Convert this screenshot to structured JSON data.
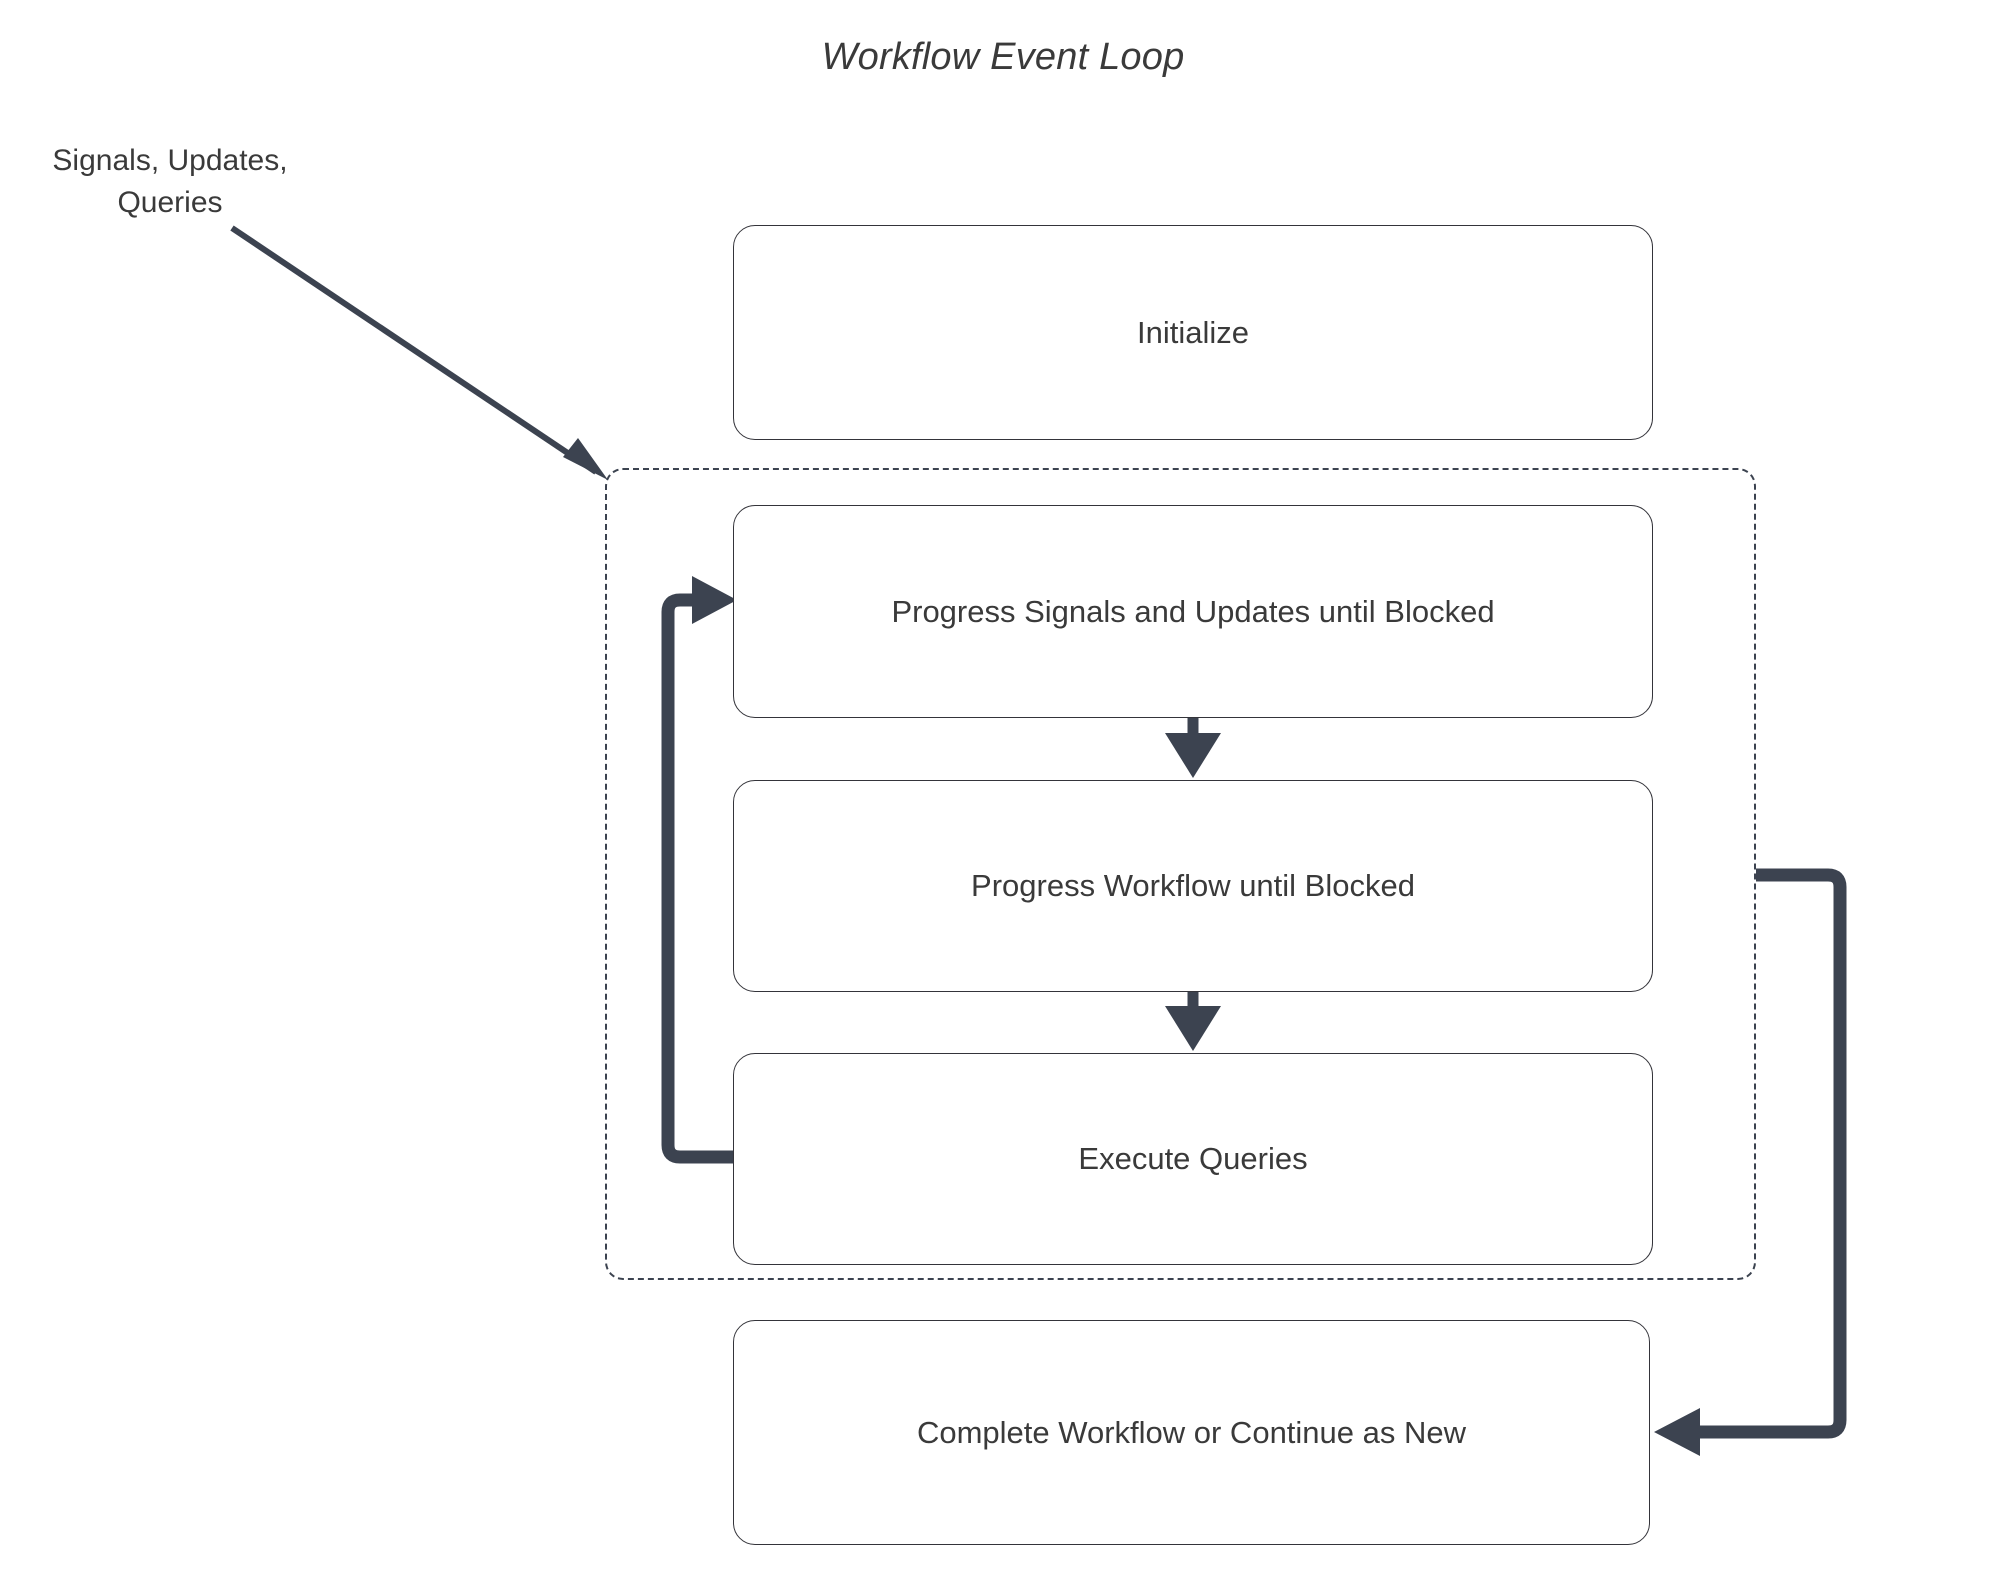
{
  "diagram": {
    "title": "Workflow Event Loop",
    "background_color": "#ffffff",
    "text_color": "#3a3a3a",
    "node_border_color": "#34343a",
    "edge_color": "#3c4350",
    "loop_border_color": "#3c4350"
  },
  "labels": {
    "input_label_line1": "Signals, Updates,",
    "input_label_line2": "Queries"
  },
  "nodes": [
    {
      "id": "initialize",
      "label": "Initialize"
    },
    {
      "id": "progress-signals",
      "label": "Progress Signals and Updates until Blocked"
    },
    {
      "id": "progress-workflow",
      "label": "Progress Workflow until Blocked"
    },
    {
      "id": "execute-queries",
      "label": "Execute Queries"
    },
    {
      "id": "complete-workflow",
      "label": "Complete Workflow or Continue as New"
    }
  ],
  "loop_container": {
    "style": "dashed",
    "contains": [
      "progress-signals",
      "progress-workflow",
      "execute-queries"
    ]
  },
  "edges": [
    {
      "id": "input-to-loop",
      "from": "Signals, Updates, Queries",
      "to": "loop-container",
      "style": "thin-diagonal-arrow"
    },
    {
      "id": "progress-signals-to-workflow",
      "from": "progress-signals",
      "to": "progress-workflow",
      "style": "thin-down-arrow"
    },
    {
      "id": "progress-workflow-to-queries",
      "from": "progress-workflow",
      "to": "execute-queries",
      "style": "thin-down-arrow"
    },
    {
      "id": "queries-back-to-signals",
      "from": "execute-queries",
      "to": "progress-signals",
      "style": "thick-loop-back-left"
    },
    {
      "id": "loop-to-complete-workflow",
      "from": "loop-container",
      "to": "complete-workflow",
      "style": "thick-route-right"
    }
  ]
}
